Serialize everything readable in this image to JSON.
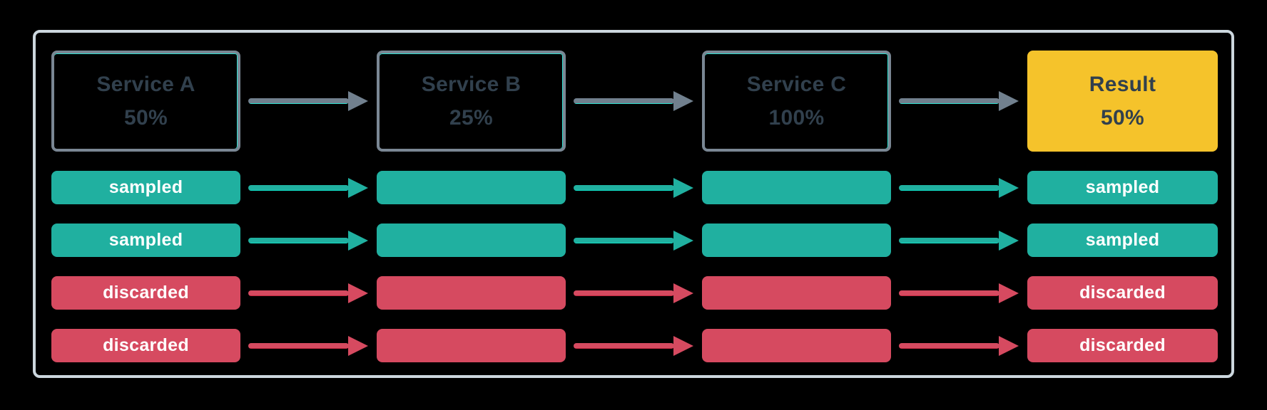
{
  "colors": {
    "background": "#000000",
    "frame": "#ccd7de",
    "box-border": "#7a8794",
    "box-accent": "#2ee0d0",
    "ink": "#31404d",
    "teal": "#20b0a0",
    "teal-accent": "#0fe0c8",
    "red": "#d64a60",
    "red-accent": "#c22740",
    "gray-arrow": "#71808e",
    "yellow": "#f5c32b",
    "label": "#ffffff"
  },
  "pipeline": {
    "services": [
      {
        "name": "Service A",
        "rate": "50%"
      },
      {
        "name": "Service B",
        "rate": "25%"
      },
      {
        "name": "Service C",
        "rate": "100%"
      },
      {
        "name": "Result",
        "rate": "50%"
      }
    ],
    "traces": [
      {
        "status": "sampled",
        "left_label": "sampled",
        "right_label": "sampled"
      },
      {
        "status": "sampled",
        "left_label": "sampled",
        "right_label": "sampled"
      },
      {
        "status": "discarded",
        "left_label": "discarded",
        "right_label": "discarded"
      },
      {
        "status": "discarded",
        "left_label": "discarded",
        "right_label": "discarded"
      }
    ]
  }
}
